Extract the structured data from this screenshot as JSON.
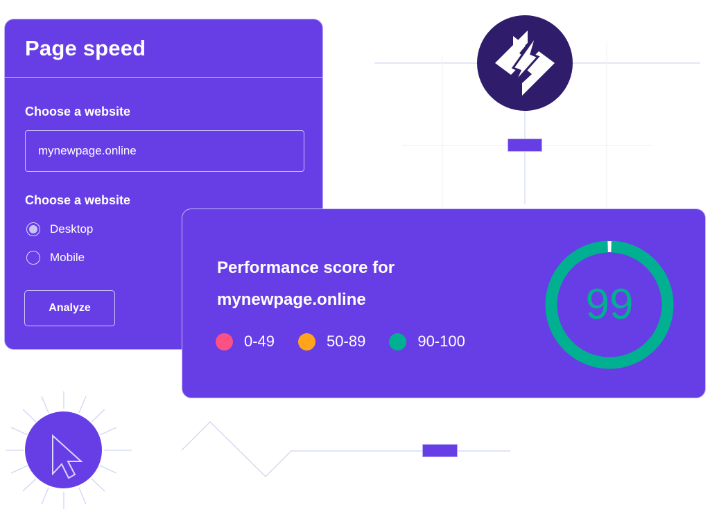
{
  "speed_card": {
    "title": "Page speed",
    "website_label": "Choose a website",
    "website_value": "mynewpage.online",
    "device_label": "Choose a website",
    "devices": [
      {
        "label": "Desktop",
        "selected": true
      },
      {
        "label": "Mobile",
        "selected": false
      }
    ],
    "analyze_label": "Analyze"
  },
  "performance_card": {
    "heading_line1": "Performance score for",
    "heading_line2": "mynewpage.online",
    "legend": [
      {
        "label": "0-49",
        "color": "#fc5185"
      },
      {
        "label": "50-89",
        "color": "#ffa41b"
      },
      {
        "label": "90-100",
        "color": "#00b090"
      }
    ],
    "score": "99",
    "score_percent": 99,
    "score_color": "#00b090"
  },
  "icons": {
    "logo": "lightning-bolt-logo-icon",
    "cursor": "mouse-pointer-icon"
  },
  "colors": {
    "brand": "#673de6",
    "logo_bg": "#2f1c6a",
    "line": "#c9cff0"
  }
}
